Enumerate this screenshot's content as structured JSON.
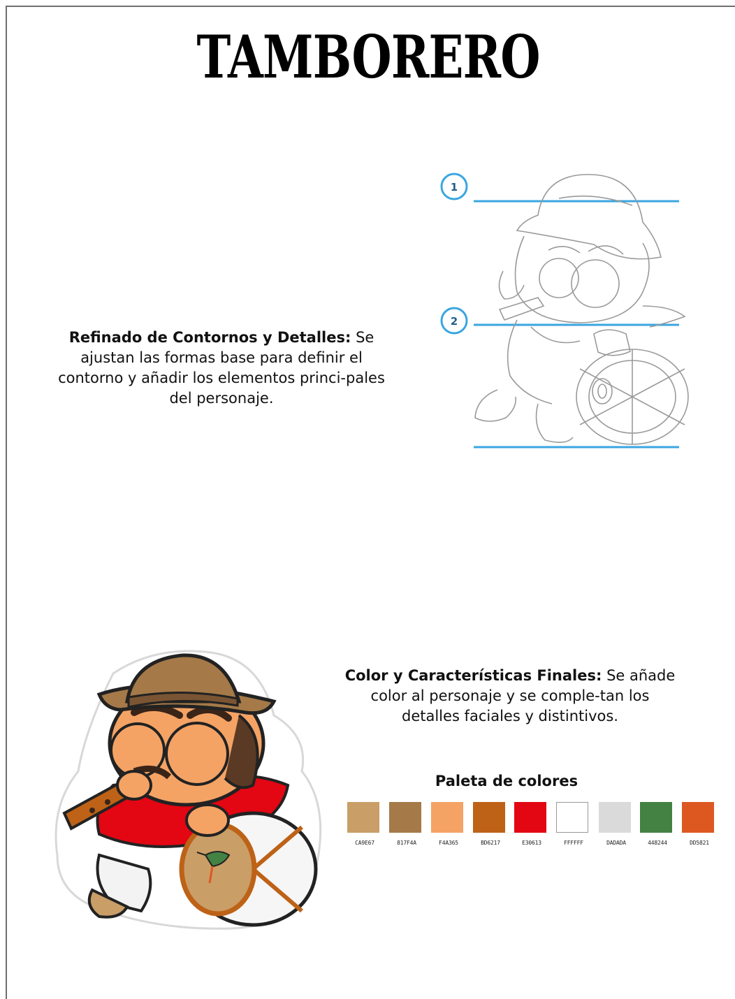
{
  "title": "TAMBORERO",
  "section1": {
    "heading": "Refinado de Contornos y Detalles:",
    "body": "Se ajustan las formas base para definir el contorno y añadir los elementos princi-pales del personaje.",
    "markers": [
      "1",
      "2"
    ]
  },
  "section2": {
    "heading": "Color y Características Finales:",
    "body": "Se añade color al personaje y se comple-tan los detalles faciales y distintivos."
  },
  "palette": {
    "title": "Paleta de colores",
    "colors": [
      {
        "code": "CA9E67",
        "hex": "#CA9E67"
      },
      {
        "code": "817F4A",
        "hex": "#A57A48"
      },
      {
        "code": "F4A365",
        "hex": "#F4A365"
      },
      {
        "code": "BD6217",
        "hex": "#BD6217"
      },
      {
        "code": "E30613",
        "hex": "#E30613"
      },
      {
        "code": "FFFFFF",
        "hex": "#FFFFFF"
      },
      {
        "code": "DADADA",
        "hex": "#DADADA"
      },
      {
        "code": "448244",
        "hex": "#448244"
      },
      {
        "code": "DD5821",
        "hex": "#DD5821"
      }
    ]
  }
}
